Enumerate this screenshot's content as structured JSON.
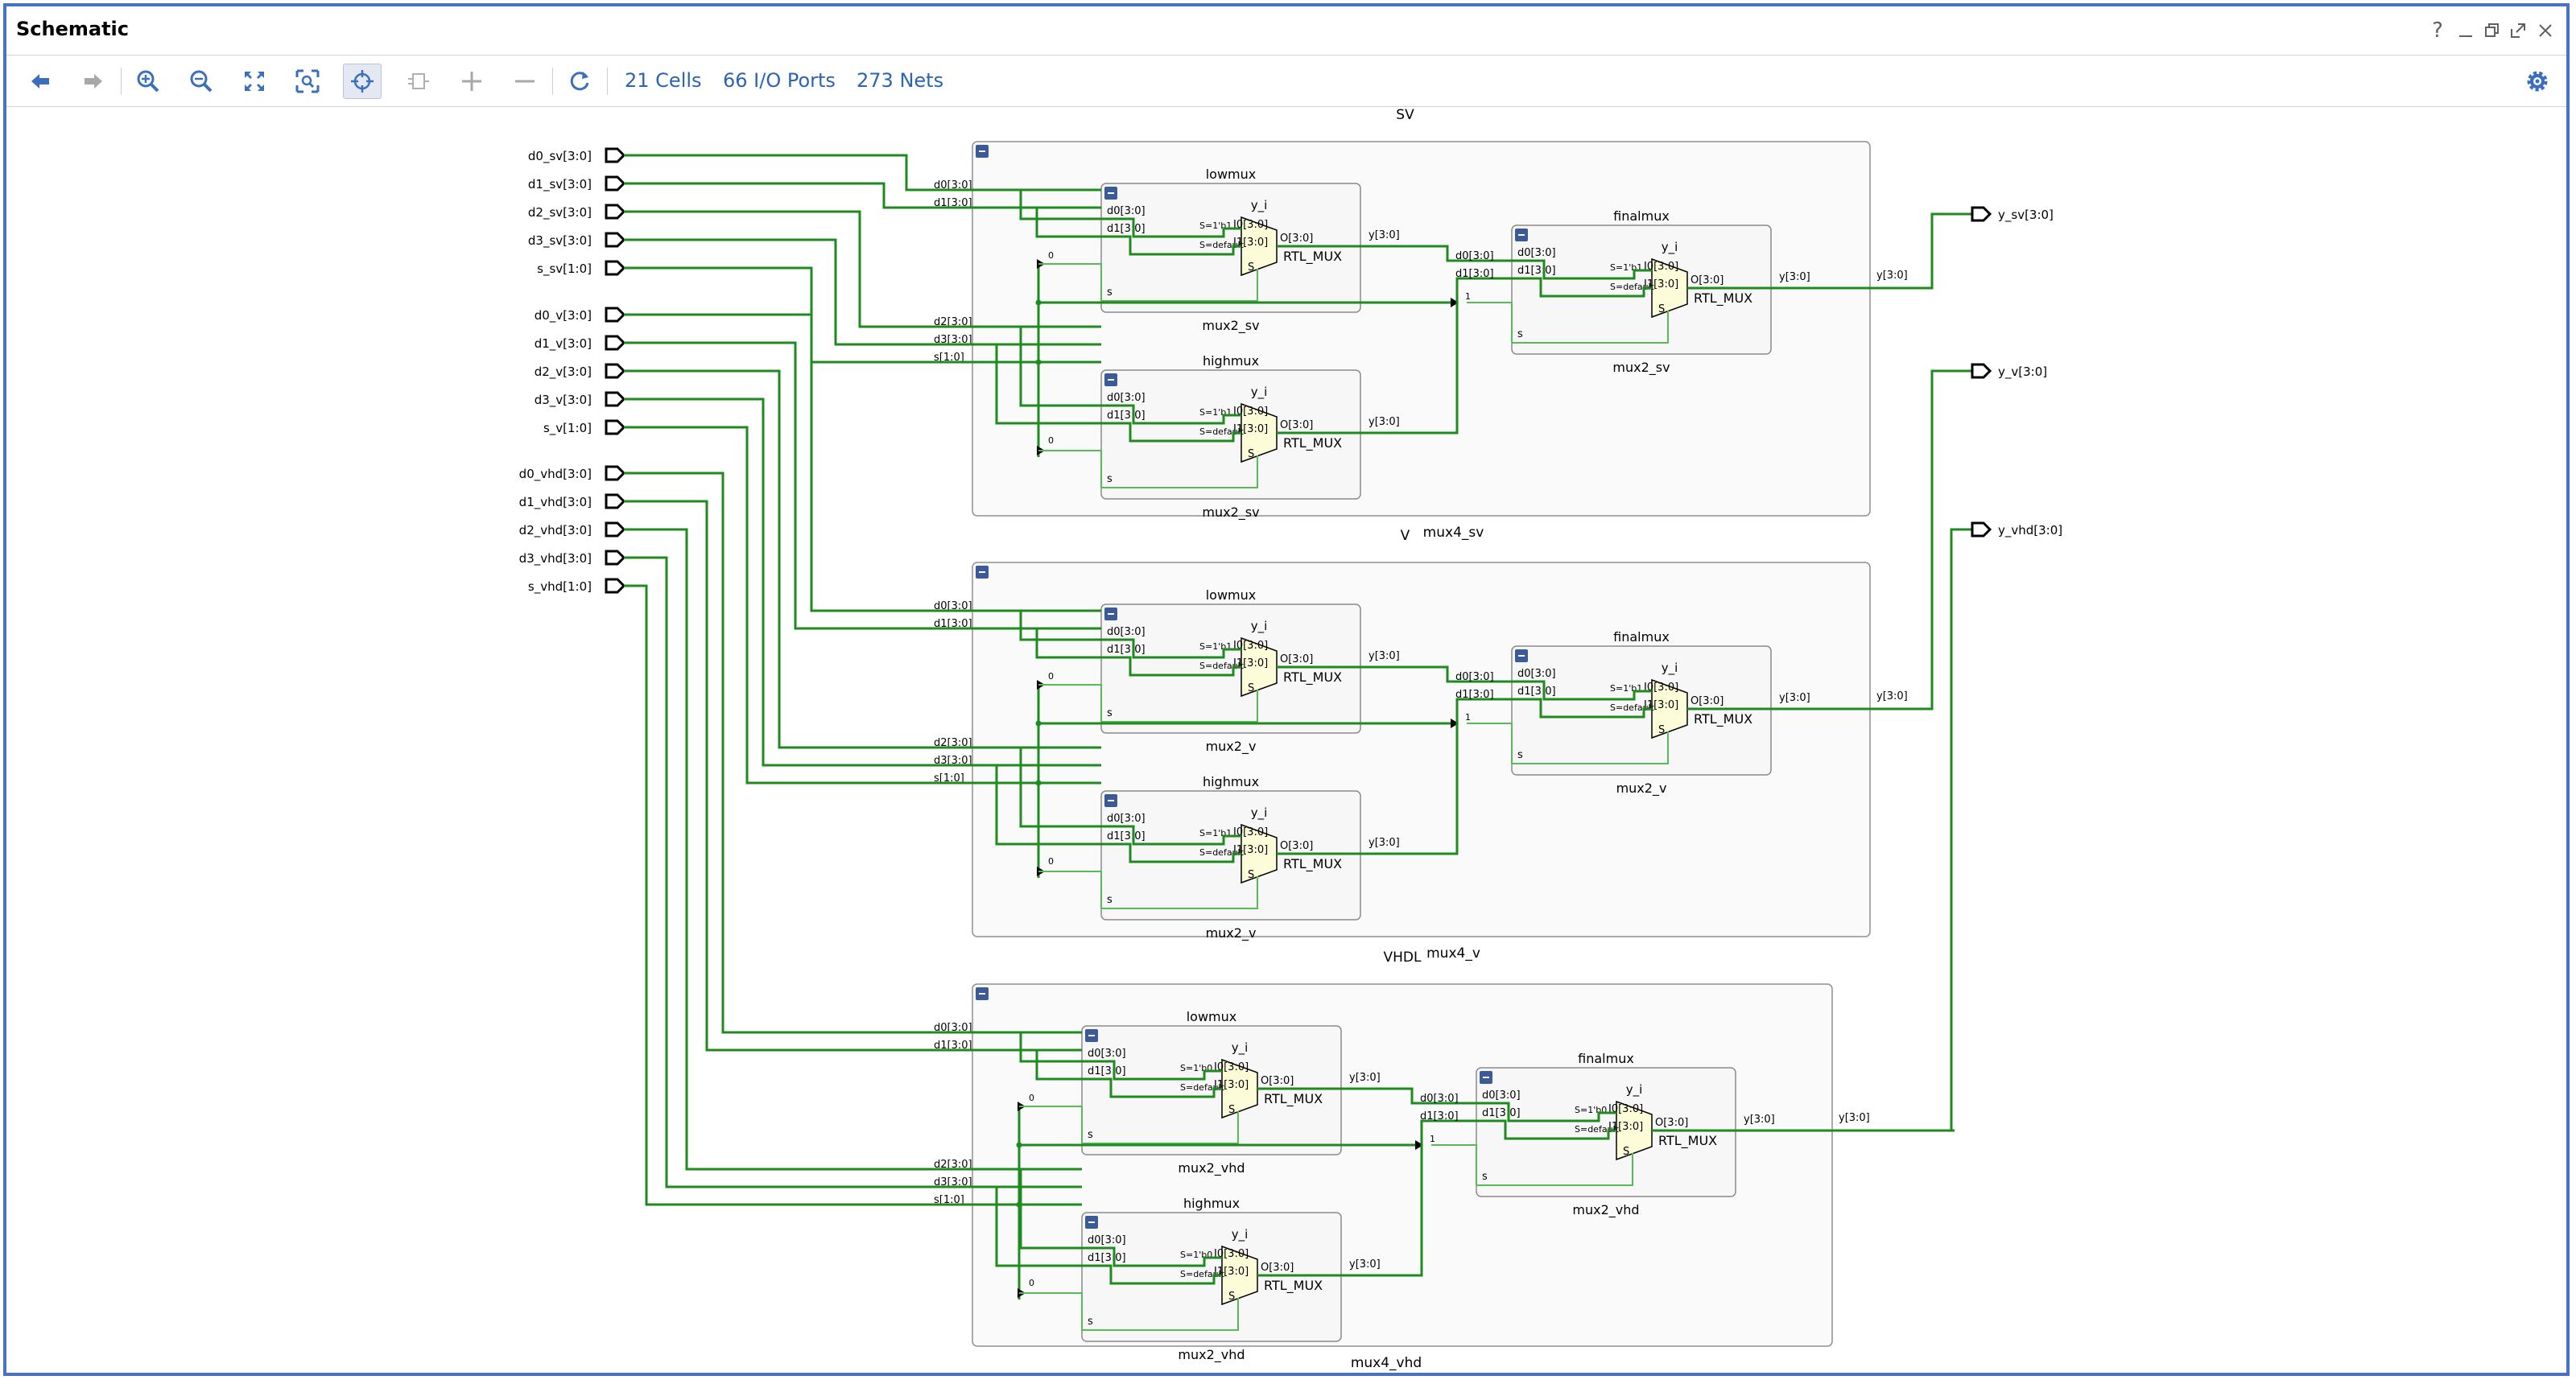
{
  "window": {
    "title": "Schematic"
  },
  "window_controls": [
    "?",
    "minimize",
    "restore",
    "maximize",
    "close"
  ],
  "toolbar": {
    "buttons": [
      "back-icon",
      "forward-icon",
      "zoom-in-icon",
      "zoom-out-icon",
      "zoom-fit-icon",
      "zoom-area-icon",
      "select-icon",
      "collapse-icon",
      "add-icon",
      "remove-icon",
      "refresh-icon"
    ],
    "cells": "21 Cells",
    "ports": "66 I/O Ports",
    "nets": "273 Nets",
    "settings_icon": "gear-icon"
  },
  "schematic": {
    "input_ports": [
      [
        "d0_sv[3:0]",
        "d1_sv[3:0]",
        "d2_sv[3:0]",
        "d3_sv[3:0]",
        "s_sv[1:0]"
      ],
      [
        "d0_v[3:0]",
        "d1_v[3:0]",
        "d2_v[3:0]",
        "d3_v[3:0]",
        "s_v[1:0]"
      ],
      [
        "d0_vhd[3:0]",
        "d1_vhd[3:0]",
        "d2_vhd[3:0]",
        "d3_vhd[3:0]",
        "s_vhd[1:0]"
      ]
    ],
    "output_ports": [
      "y_sv[3:0]",
      "y_v[3:0]",
      "y_vhd[3:0]"
    ],
    "modules": [
      {
        "title": "SV",
        "footer": "mux4_sv",
        "sub": "mux2_sv",
        "s1": "S=1'b1"
      },
      {
        "title": "V",
        "footer": "mux4_v",
        "sub": "mux2_v",
        "s1": "S=1'b1"
      },
      {
        "title": "VHDL",
        "footer": "mux4_vhd",
        "sub": "mux2_vhd",
        "s1": "S=1'b0"
      }
    ],
    "pins": {
      "d0": "d0[3:0]",
      "d1": "d1[3:0]",
      "d2": "d2[3:0]",
      "d3": "d3[3:0]",
      "s": "s[1:0]",
      "y": "y[3:0]",
      "i0": "I0[3:0]",
      "i1": "I1[3:0]",
      "o": "O[3:0]",
      "sel": "S",
      "sdefault": "S=default",
      "cell": "y_i",
      "prim": "RTL_MUX",
      "lowmux": "lowmux",
      "highmux": "highmux",
      "finalmux": "finalmux",
      "bit0": "0",
      "bit1": "1",
      "spin": "s"
    },
    "colors": {
      "wire": "#1f8a1f",
      "sel_wire": "#55bb55",
      "box_border": "#808080",
      "mux_fill": "#fdfcd8"
    }
  }
}
